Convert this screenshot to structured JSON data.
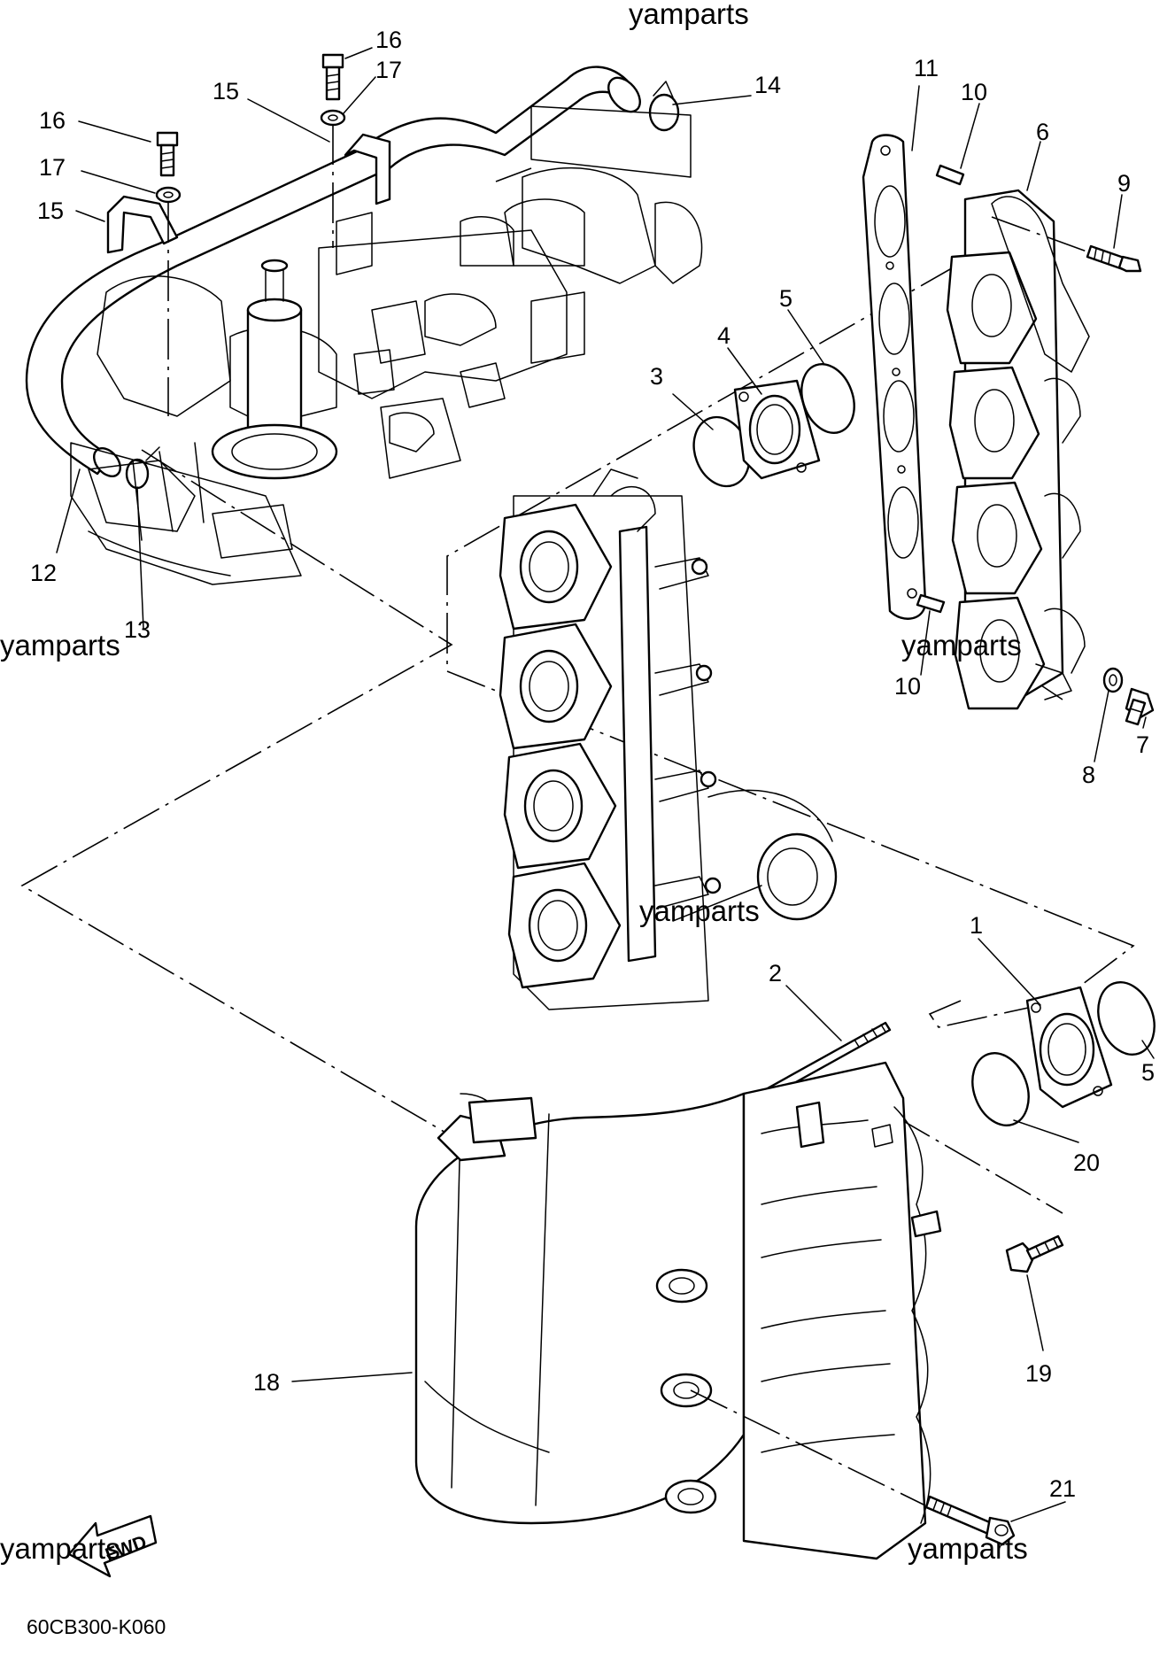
{
  "watermarks": [
    "yamparts",
    "yamparts",
    "yamparts",
    "yamparts",
    "yamparts",
    "yamparts"
  ],
  "diagram_code": "60CB300-K060",
  "fwd_label": "FWD",
  "callouts": [
    {
      "id": "c1",
      "text": "1"
    },
    {
      "id": "c2",
      "text": "2"
    },
    {
      "id": "c3",
      "text": "3"
    },
    {
      "id": "c4",
      "text": "4"
    },
    {
      "id": "c5a",
      "text": "5"
    },
    {
      "id": "c5b",
      "text": "5"
    },
    {
      "id": "c6",
      "text": "6"
    },
    {
      "id": "c7",
      "text": "7"
    },
    {
      "id": "c8",
      "text": "8"
    },
    {
      "id": "c9",
      "text": "9"
    },
    {
      "id": "c10a",
      "text": "10"
    },
    {
      "id": "c10b",
      "text": "10"
    },
    {
      "id": "c11",
      "text": "11"
    },
    {
      "id": "c12",
      "text": "12"
    },
    {
      "id": "c13",
      "text": "13"
    },
    {
      "id": "c14",
      "text": "14"
    },
    {
      "id": "c15a",
      "text": "15"
    },
    {
      "id": "c15b",
      "text": "15"
    },
    {
      "id": "c16a",
      "text": "16"
    },
    {
      "id": "c16b",
      "text": "16"
    },
    {
      "id": "c17a",
      "text": "17"
    },
    {
      "id": "c17b",
      "text": "17"
    },
    {
      "id": "c18",
      "text": "18"
    },
    {
      "id": "c19",
      "text": "19"
    },
    {
      "id": "c20",
      "text": "20"
    },
    {
      "id": "c21",
      "text": "21"
    }
  ]
}
